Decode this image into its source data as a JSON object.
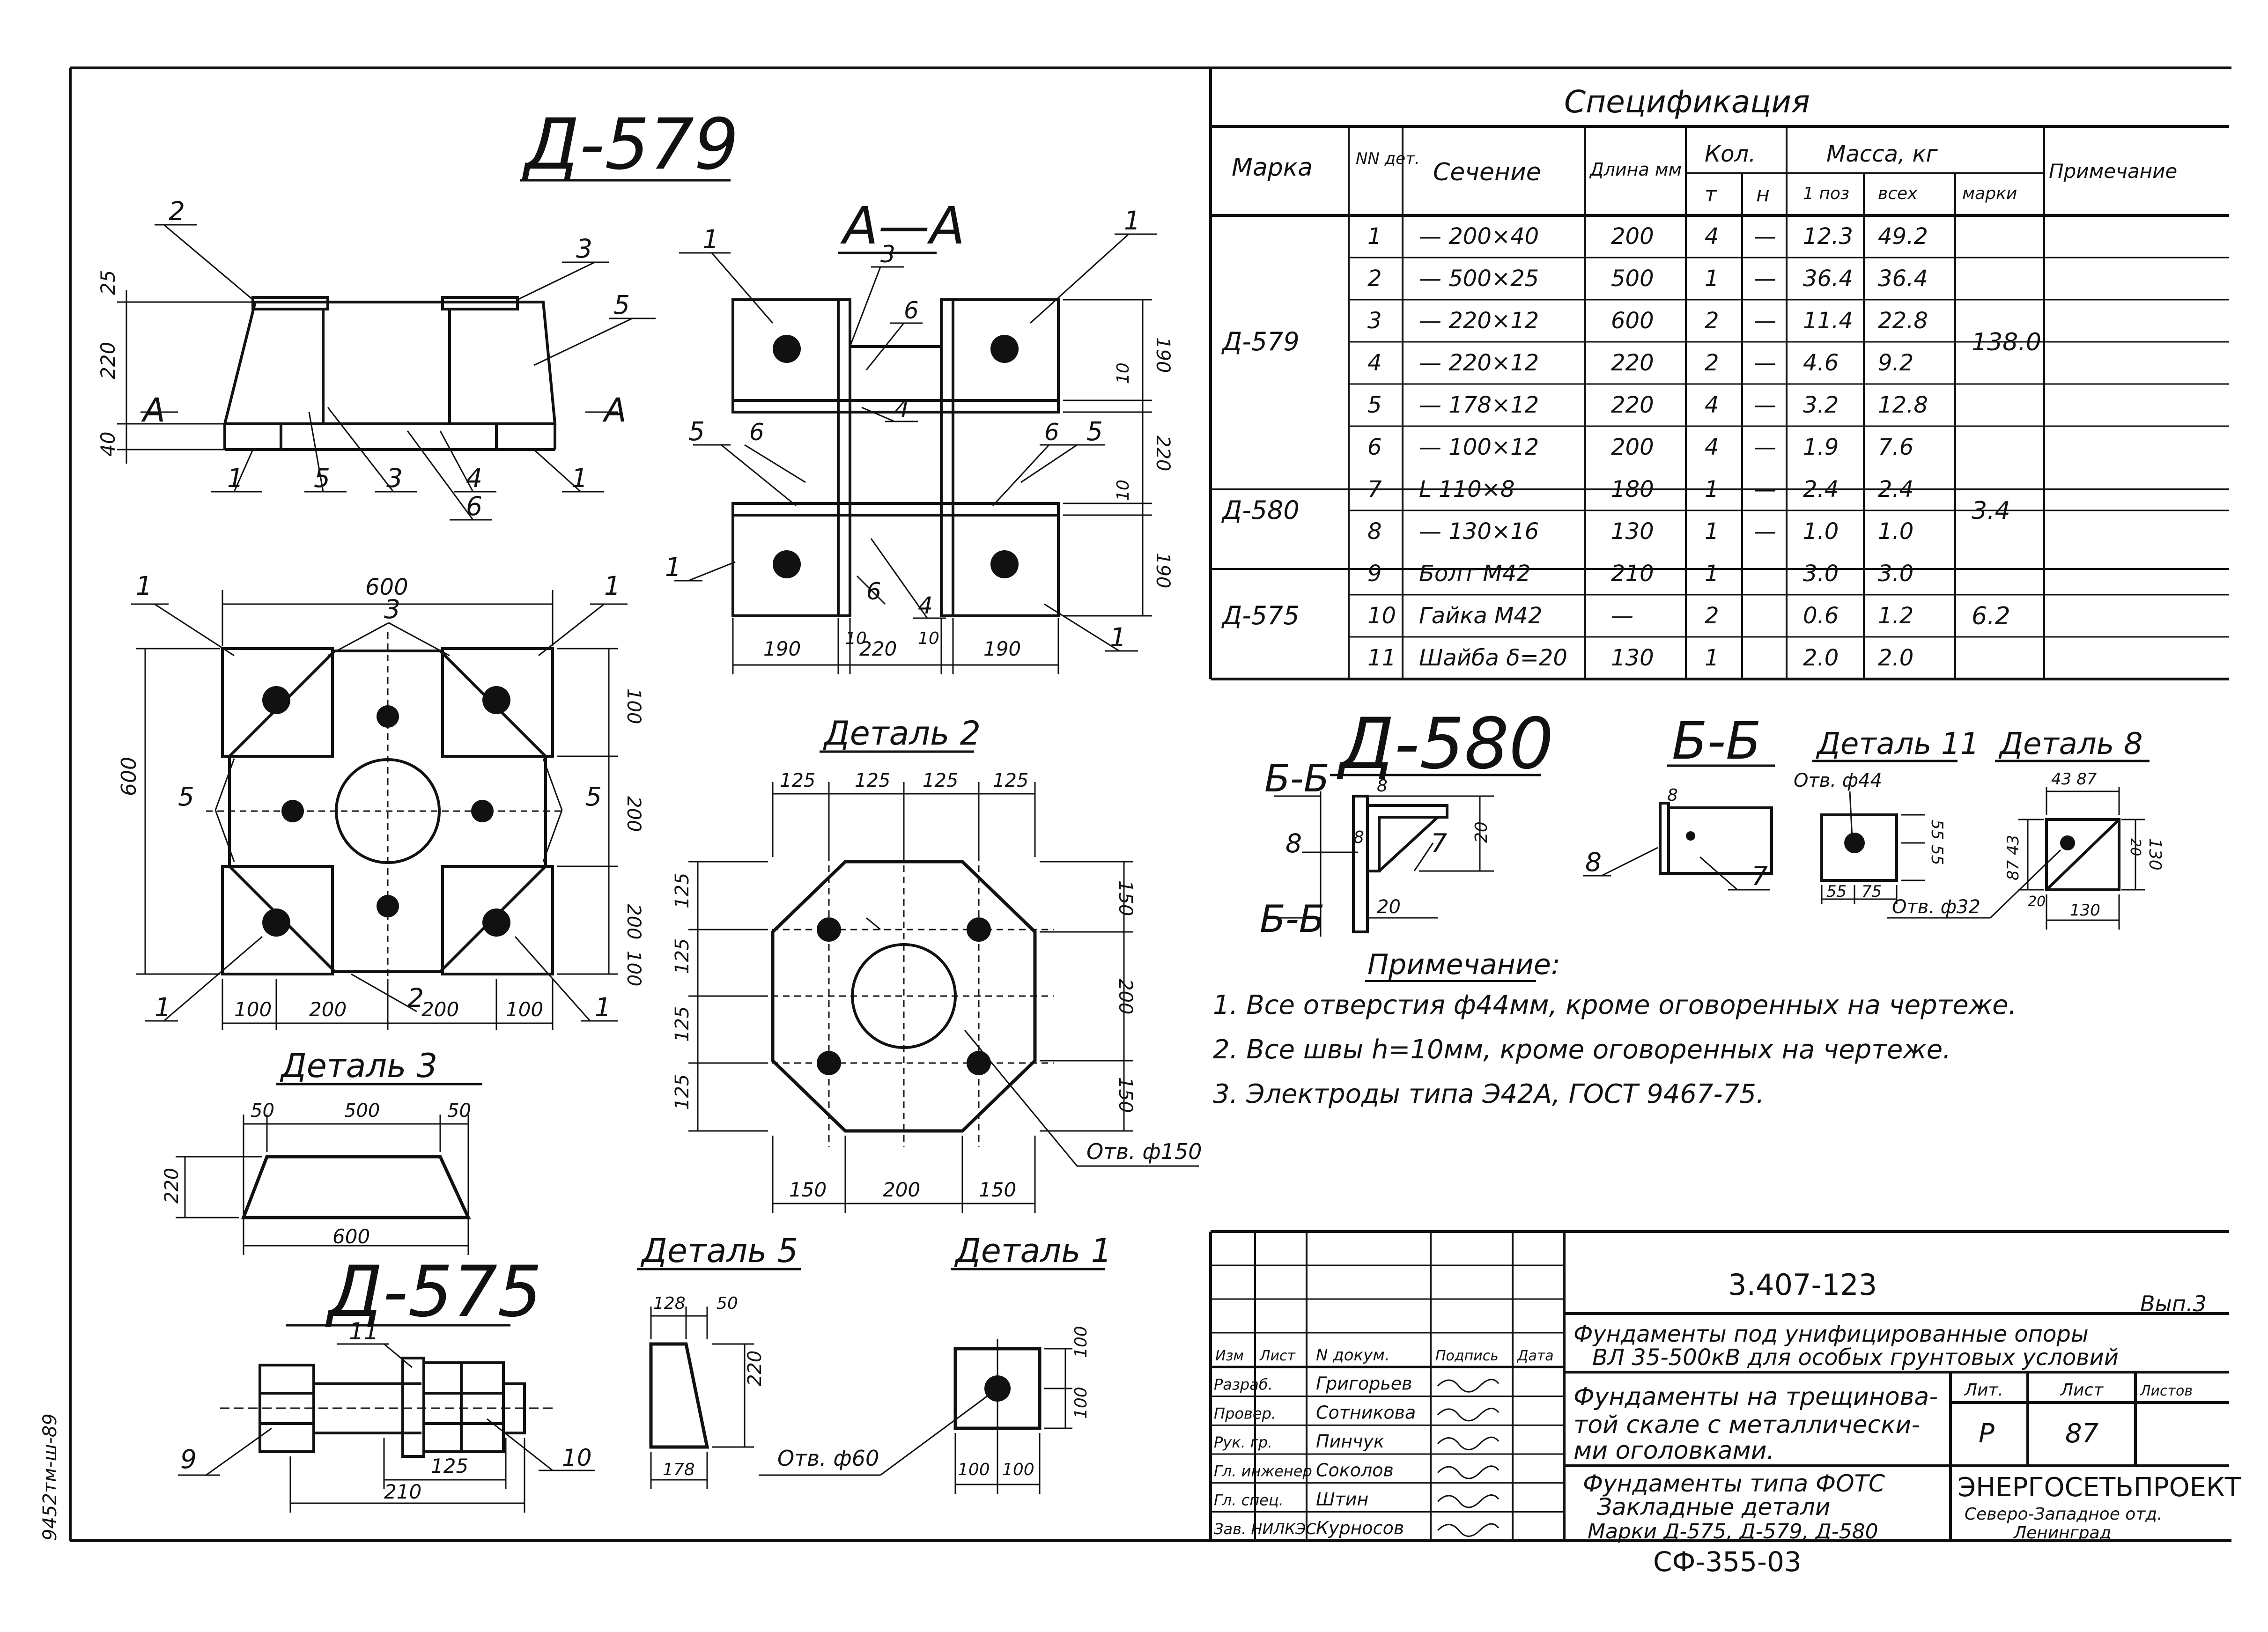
{
  "titles": {
    "d579": "Д-579",
    "aa": "А—А",
    "d580": "Д-580",
    "b6": "Б-Б",
    "d575": "Д-575",
    "detail2": "Деталь 2",
    "detail3": "Деталь 3",
    "detail5": "Деталь 5",
    "detail1": "Деталь 1",
    "detail11": "Деталь 11",
    "detail8": "Деталь 8"
  },
  "spec": {
    "title": "Спецификация",
    "headers": {
      "mark": "Марка",
      "num": "NN дет.",
      "section": "Сечение",
      "length": "Длина мм",
      "qty": "Кол.",
      "qty_t": "т",
      "qty_n": "н",
      "mass": "Масса, кг",
      "mass_one": "1 поз",
      "mass_all": "всех",
      "mass_mark": "марки",
      "note": "Примечание"
    },
    "rows": [
      {
        "mark": "Д-579",
        "num": "1",
        "section": "— 200×40",
        "length": "200",
        "t": "4",
        "n": "—",
        "one": "12.3",
        "all": "49.2",
        "markmass": "138.0"
      },
      {
        "mark": "",
        "num": "2",
        "section": "— 500×25",
        "length": "500",
        "t": "1",
        "n": "—",
        "one": "36.4",
        "all": "36.4",
        "markmass": ""
      },
      {
        "mark": "",
        "num": "3",
        "section": "— 220×12",
        "length": "600",
        "t": "2",
        "n": "—",
        "one": "11.4",
        "all": "22.8",
        "markmass": ""
      },
      {
        "mark": "",
        "num": "4",
        "section": "— 220×12",
        "length": "220",
        "t": "2",
        "n": "—",
        "one": "4.6",
        "all": "9.2",
        "markmass": ""
      },
      {
        "mark": "",
        "num": "5",
        "section": "— 178×12",
        "length": "220",
        "t": "4",
        "n": "—",
        "one": "3.2",
        "all": "12.8",
        "markmass": ""
      },
      {
        "mark": "",
        "num": "6",
        "section": "— 100×12",
        "length": "200",
        "t": "4",
        "n": "—",
        "one": "1.9",
        "all": "7.6",
        "markmass": ""
      },
      {
        "mark": "Д-580",
        "num": "7",
        "section": "L 110×8",
        "length": "180",
        "t": "1",
        "n": "—",
        "one": "2.4",
        "all": "2.4",
        "markmass": "3.4"
      },
      {
        "mark": "",
        "num": "8",
        "section": "— 130×16",
        "length": "130",
        "t": "1",
        "n": "—",
        "one": "1.0",
        "all": "1.0",
        "markmass": ""
      },
      {
        "mark": "Д-575",
        "num": "9",
        "section": "Болт М42",
        "length": "210",
        "t": "1",
        "n": "",
        "one": "3.0",
        "all": "3.0",
        "markmass": "6.2"
      },
      {
        "mark": "",
        "num": "10",
        "section": "Гайка М42",
        "length": "—",
        "t": "2",
        "n": "",
        "one": "0.6",
        "all": "1.2",
        "markmass": ""
      },
      {
        "mark": "",
        "num": "11",
        "section": "Шайба δ=20",
        "length": "130",
        "t": "1",
        "n": "",
        "one": "2.0",
        "all": "2.0",
        "markmass": ""
      }
    ]
  },
  "notes": {
    "title": "Примечание:",
    "items": [
      "1.  Все отверстия ф44мм, кроме оговоренных на чертеже.",
      "2.  Все швы h=10мм, кроме оговоренных на чертеже.",
      "3.  Электроды типа Э42А, ГОСТ 9467-75."
    ]
  },
  "dims": {
    "d25": "25",
    "d220": "220",
    "d40": "40",
    "dA": "А",
    "d600": "600",
    "d100": "100",
    "d200": "200",
    "d10": "10",
    "d190": "190",
    "d125": "125",
    "d150": "150",
    "d50": "50",
    "d500": "500",
    "d600b": "600",
    "d128": "128",
    "d178": "178",
    "d210": "210",
    "d8": "8",
    "d20": "20",
    "d130": "130",
    "d43": "43",
    "d87": "87",
    "d55": "55",
    "d75": "75",
    "d5555": "55 55",
    "d4387": "43  87",
    "d8743": "87  43"
  },
  "holes": {
    "h150": "Отв. ф150",
    "h60": "Отв. ф60",
    "h44": "Отв. ф44",
    "h32": "Отв. ф32"
  },
  "pos": {
    "p1": "1",
    "p2": "2",
    "p3": "3",
    "p4": "4",
    "p5": "5",
    "p6": "6",
    "p7": "7",
    "p8": "8",
    "p9": "9",
    "p10": "10",
    "p11": "11"
  },
  "stamp": {
    "code": "3.407-123",
    "issue": "Вып.3",
    "title1": "Фундаменты под унифицированные опоры",
    "title2": "ВЛ 35-500кВ для особых грунтовых условий",
    "sheet_title1": "Фундаменты на трещинова-",
    "sheet_title2": "той скале с металлически-",
    "sheet_title3": "ми оголовками.",
    "part_title1": "Фундаменты типа ФОТС",
    "part_title2": "Закладные детали",
    "part_title3": "Марки Д-575, Д-579, Д-580",
    "lit_label": "Лит.",
    "sheet_label": "Лист",
    "sheets_label": "Листов",
    "lit": "Р",
    "sheet": "87",
    "org1": "ЭНЕРГОСЕТЬПРОЕКТ",
    "org2": "Северо-Западное отд.",
    "org3": "Ленинград",
    "h_izm": "Изм",
    "h_list": "Лист",
    "h_doc": "N докум.",
    "h_sign": "Подпись",
    "h_date": "Дата",
    "people": [
      {
        "role": "Разраб.",
        "name": "Григорьев"
      },
      {
        "role": "Провер.",
        "name": "Сотникова"
      },
      {
        "role": "Рук. гр.",
        "name": "Пинчук"
      },
      {
        "role": "Гл. инженер",
        "name": "Соколов"
      },
      {
        "role": "Гл. спец.",
        "name": "Штин"
      },
      {
        "role": "Зав. НИЛКЭС",
        "name": "Курносов"
      }
    ],
    "bottom": "СФ-355-03",
    "side": "9452тм-ш-89"
  }
}
